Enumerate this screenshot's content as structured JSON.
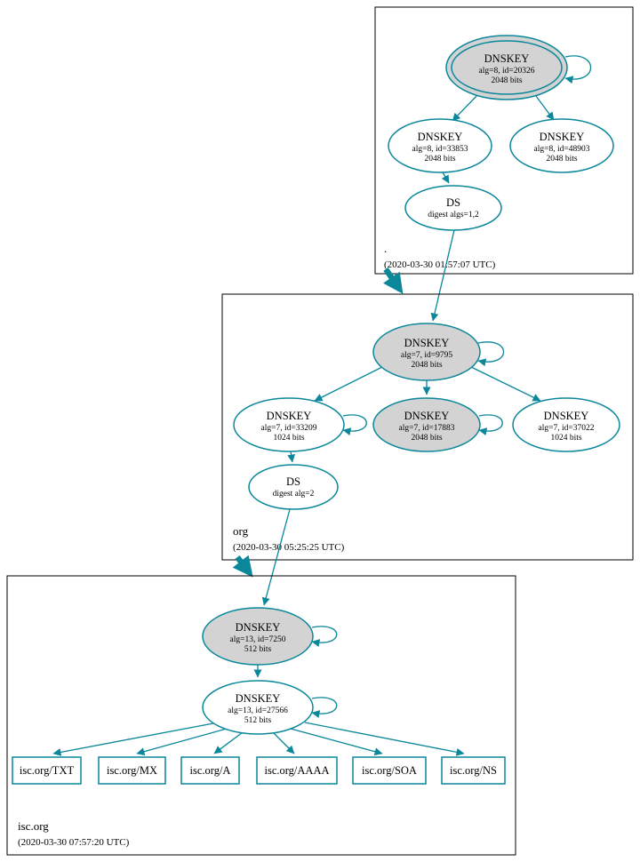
{
  "diagram": {
    "colors": {
      "edge": "#0a879a",
      "ksk_fill": "#d3d3d3",
      "node_fill": "#ffffff",
      "box_stroke": "#000000"
    },
    "zones": {
      "root": {
        "name": ".",
        "timestamp": "(2020-03-30 01:57:07 UTC)",
        "ksk": {
          "type": "DNSKEY",
          "detail": "alg=8, id=20326",
          "bits": "2048 bits"
        },
        "zsk": {
          "type": "DNSKEY",
          "detail": "alg=8, id=33853",
          "bits": "2048 bits"
        },
        "key2": {
          "type": "DNSKEY",
          "detail": "alg=8, id=48903",
          "bits": "2048 bits"
        },
        "ds": {
          "type": "DS",
          "detail": "digest algs=1,2"
        }
      },
      "org": {
        "name": "org",
        "timestamp": "(2020-03-30 05:25:25 UTC)",
        "ksk": {
          "type": "DNSKEY",
          "detail": "alg=7, id=9795",
          "bits": "2048 bits"
        },
        "zsk": {
          "type": "DNSKEY",
          "detail": "alg=7, id=33209",
          "bits": "1024 bits"
        },
        "ksk2": {
          "type": "DNSKEY",
          "detail": "alg=7, id=17883",
          "bits": "2048 bits"
        },
        "key3": {
          "type": "DNSKEY",
          "detail": "alg=7, id=37022",
          "bits": "1024 bits"
        },
        "ds": {
          "type": "DS",
          "detail": "digest alg=2"
        }
      },
      "isc": {
        "name": "isc.org",
        "timestamp": "(2020-03-30 07:57:20 UTC)",
        "ksk": {
          "type": "DNSKEY",
          "detail": "alg=13, id=7250",
          "bits": "512 bits"
        },
        "zsk": {
          "type": "DNSKEY",
          "detail": "alg=13, id=27566",
          "bits": "512 bits"
        },
        "rrsets": [
          {
            "label": "isc.org/TXT"
          },
          {
            "label": "isc.org/MX"
          },
          {
            "label": "isc.org/A"
          },
          {
            "label": "isc.org/AAAA"
          },
          {
            "label": "isc.org/SOA"
          },
          {
            "label": "isc.org/NS"
          }
        ]
      }
    }
  }
}
